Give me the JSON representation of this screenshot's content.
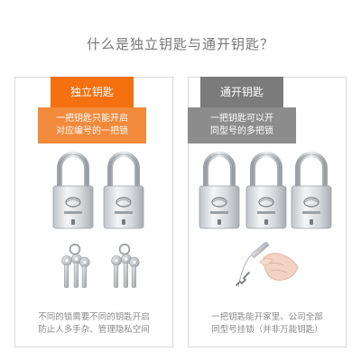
{
  "page": {
    "title": "什么是独立钥匙与通开钥匙？"
  },
  "left_panel": {
    "header": "独立钥匙",
    "description_lines": [
      "一把钥匙只能开启",
      "对应编号的一把锁"
    ],
    "caption_lines": [
      "不同的锁需要不同的钥匙开启",
      "防止人多手杂、管理隐私空间"
    ],
    "accent_color": "#f5700f"
  },
  "right_panel": {
    "header": "通开钥匙",
    "description_lines": [
      "一把钥匙可以开",
      "同型号的多把锁"
    ],
    "caption_lines": [
      "一把钥匙能开家里、公司全部",
      "同型号挂锁（并非万能钥匙）"
    ],
    "accent_color": "#7b7b7b"
  },
  "icons": [
    "padlock-icon",
    "key-bunch-icon",
    "hand-holding-key-icon"
  ]
}
